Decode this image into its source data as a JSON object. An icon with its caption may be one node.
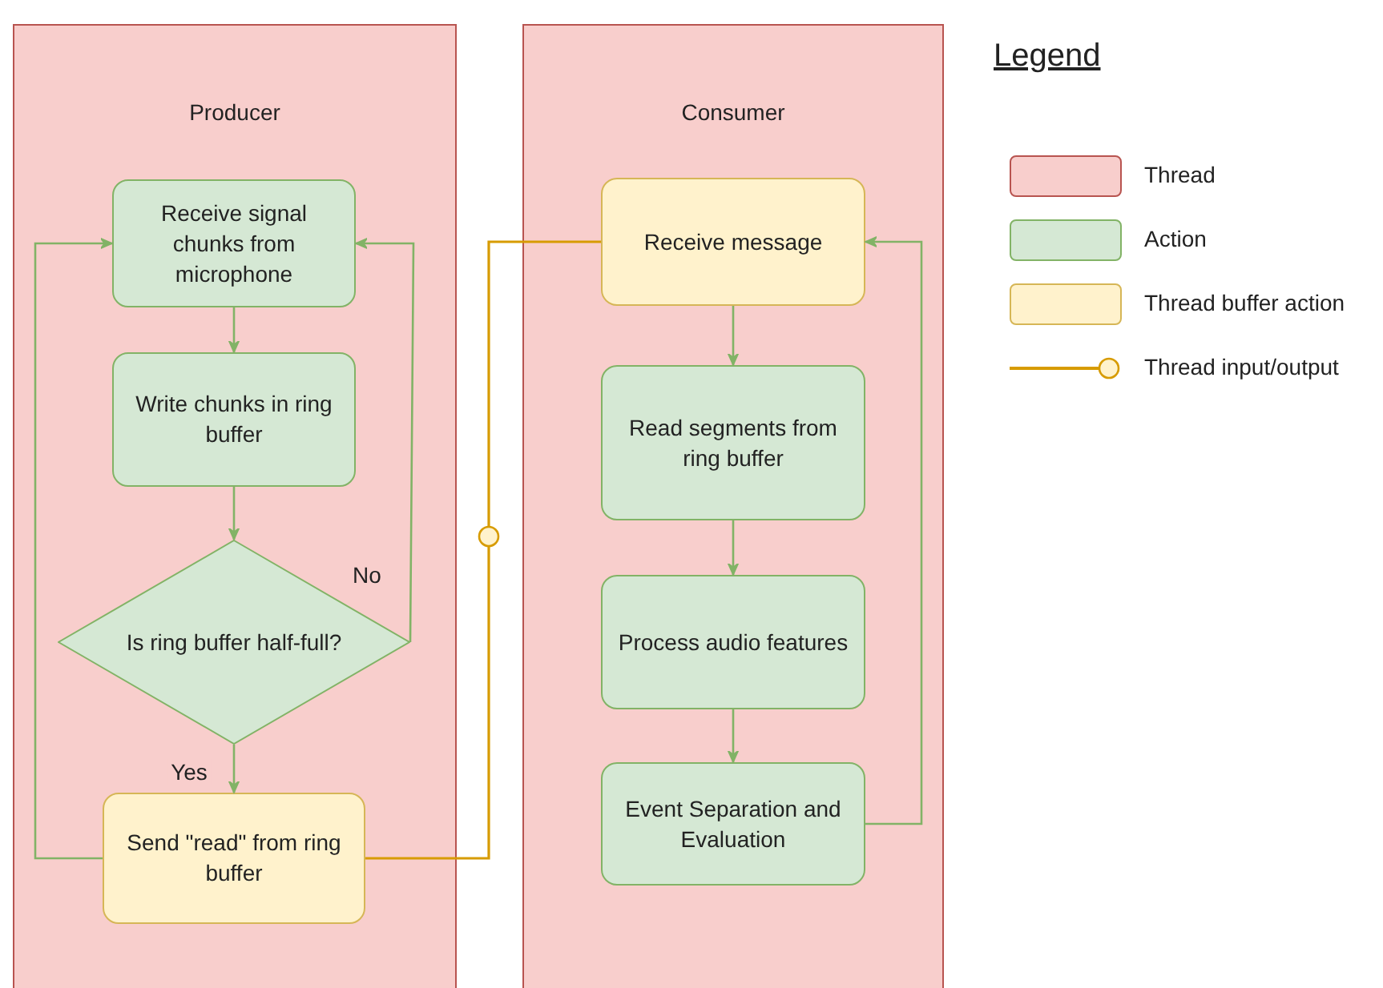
{
  "diagram": {
    "nodes": [
      {
        "text": [
          "Producer"
        ]
      },
      {
        "text": [
          "Consumer"
        ]
      },
      {
        "text": [
          "Receive signal chunks from microphone"
        ],
        "in": 0
      },
      {
        "text": [
          "Write chunks in ring buffer"
        ],
        "in": 0
      },
      {
        "text": [
          "Is ring buffer half-full?"
        ],
        "in": 0
      },
      {
        "text": [
          "Send \"read\" from ring buffer"
        ],
        "in": 0
      },
      {
        "text": [
          "Receive message"
        ],
        "in": 1
      },
      {
        "text": [
          "Read segments from ring buffer"
        ],
        "in": 1
      },
      {
        "text": [
          "Process audio features"
        ],
        "in": 1
      },
      {
        "text": [
          "Event Separation and Evaluation"
        ],
        "in": 1
      }
    ],
    "edges": [
      {
        "from": 2,
        "to": 3,
        "arrow": "to"
      },
      {
        "from": 3,
        "to": 4,
        "arrow": "to"
      },
      {
        "from": 4,
        "to": 2,
        "arrow": "to",
        "label": "No"
      },
      {
        "from": 4,
        "to": 5,
        "arrow": "to",
        "label": "Yes"
      },
      {
        "from": 5,
        "to": 2,
        "arrow": "to"
      },
      {
        "from": 5,
        "to": 6,
        "arrow": "none",
        "color": "#d79b00"
      },
      {
        "from": 6,
        "to": 7,
        "arrow": "to"
      },
      {
        "from": 7,
        "to": 8,
        "arrow": "to"
      },
      {
        "from": 8,
        "to": 9,
        "arrow": "to"
      },
      {
        "from": 9,
        "to": 6,
        "arrow": "to"
      }
    ],
    "labels": [
      "Legend"
    ],
    "legend": [
      {
        "text": "Thread",
        "color": "#f8cecc"
      },
      {
        "text": "Action",
        "color": "#d5e8d4"
      },
      {
        "text": "Thread buffer action",
        "color": "#fff2cc"
      },
      {
        "text": "Thread input/output"
      }
    ]
  }
}
